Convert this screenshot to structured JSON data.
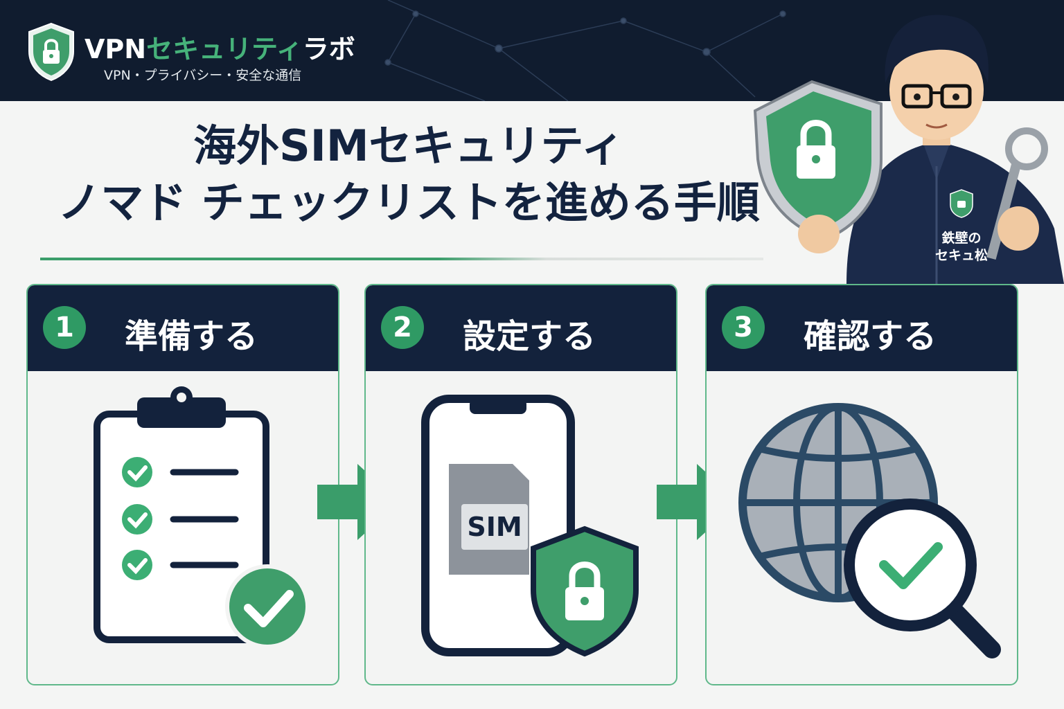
{
  "header": {
    "brand_main": "VPN",
    "brand_accent": "セキュリティ",
    "brand_tail": "ラボ",
    "tagline": "VPN・プライバシー・安全な通信"
  },
  "title": {
    "line1": "海外SIMセキュリティ",
    "line2": "ノマド チェックリストを進める手順"
  },
  "steps": [
    {
      "number": "1",
      "label": "準備する",
      "icon": "clipboard-checklist-icon"
    },
    {
      "number": "2",
      "label": "設定する",
      "icon": "smartphone-sim-shield-icon"
    },
    {
      "number": "3",
      "label": "確認する",
      "icon": "globe-magnifier-check-icon"
    }
  ],
  "illustrations": {
    "sim_text": "SIM"
  },
  "mascot": {
    "badge_line1": "鉄壁の",
    "badge_line2": "セキュ松"
  },
  "colors": {
    "navy": "#13223c",
    "green": "#2f9a64",
    "accent_green": "#46b27a",
    "background": "#f4f5f4"
  }
}
